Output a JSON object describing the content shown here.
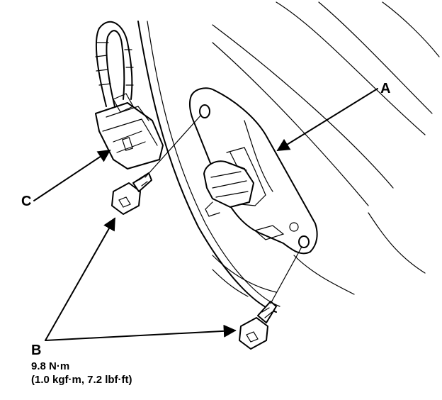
{
  "callouts": {
    "a": "A",
    "b": "B",
    "c": "C"
  },
  "torque_spec": {
    "metric": "9.8 N·m",
    "imperial": "(1.0 kgf·m, 7.2 lbf·ft)"
  },
  "colors": {
    "line": "#000000",
    "background": "#ffffff"
  }
}
